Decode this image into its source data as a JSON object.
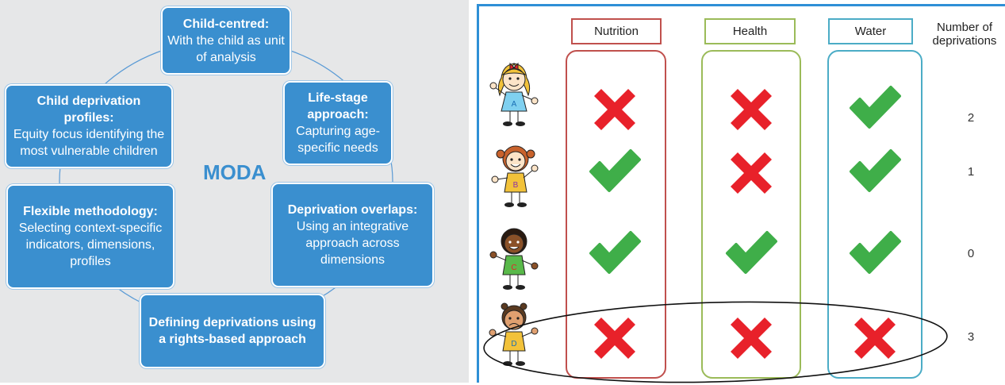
{
  "moda_cycle": {
    "center_label": "MODA",
    "nodes": [
      {
        "id": "child-centred",
        "bold": "Child-centred:",
        "text": "With the child as unit of analysis"
      },
      {
        "id": "life-stage",
        "bold": "Life-stage approach:",
        "text": "Capturing age-specific needs"
      },
      {
        "id": "deprivation-overlaps",
        "bold": "Deprivation overlaps:",
        "text": "Using an integrative approach across dimensions"
      },
      {
        "id": "defining-deprivations",
        "bold": "Defining deprivations using a rights-based approach",
        "text": ""
      },
      {
        "id": "flexible-methodology",
        "bold": "Flexible methodology:",
        "text": "Selecting context-specific indicators, dimensions, profiles"
      },
      {
        "id": "child-deprivation-profiles",
        "bold": "Child deprivation profiles:",
        "text": "Equity focus identifying the most vulnerable children"
      }
    ]
  },
  "deprivation_table": {
    "columns": [
      {
        "label": "Nutrition",
        "color": "#c0504d"
      },
      {
        "label": "Health",
        "color": "#9bbb59"
      },
      {
        "label": "Water",
        "color": "#4bacc6"
      }
    ],
    "count_header": "Number of deprivations",
    "rows": [
      {
        "child_letter": "A",
        "marks": [
          "deprived",
          "deprived",
          "not-deprived"
        ],
        "count": "2"
      },
      {
        "child_letter": "B",
        "marks": [
          "not-deprived",
          "deprived",
          "not-deprived"
        ],
        "count": "1"
      },
      {
        "child_letter": "C",
        "marks": [
          "not-deprived",
          "not-deprived",
          "not-deprived"
        ],
        "count": "0"
      },
      {
        "child_letter": "D",
        "marks": [
          "deprived",
          "deprived",
          "deprived"
        ],
        "count": "3"
      }
    ],
    "highlighted_row": 3,
    "colors": {
      "cross": "#e8212a",
      "check": "#3fae49",
      "frame": "#2f8fd6"
    }
  }
}
